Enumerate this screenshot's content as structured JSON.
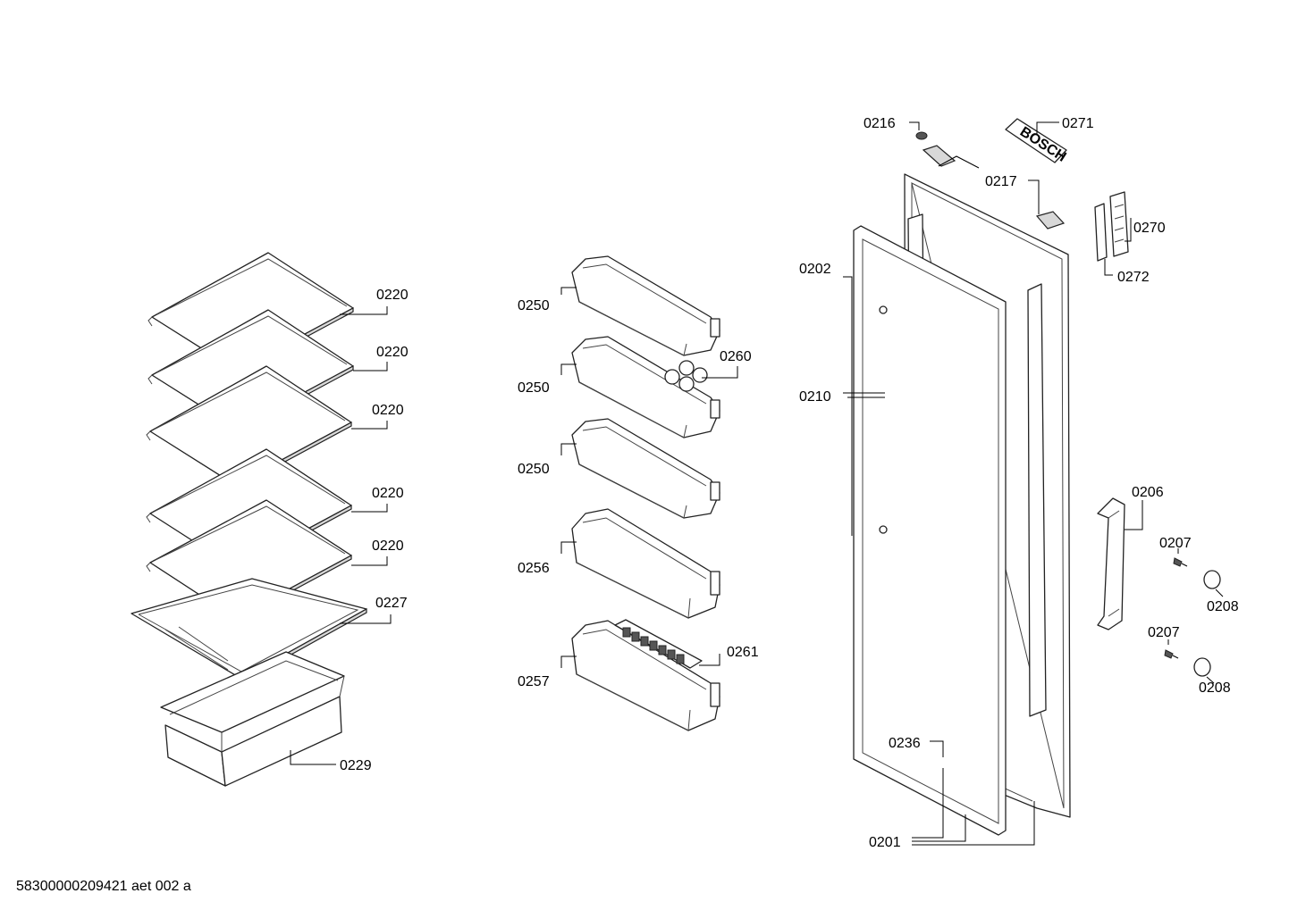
{
  "drawing_id": "58300000209421 aet 002 a",
  "brand_plate": "BOSCH",
  "callouts": [
    {
      "id": "shelf-1",
      "text": "0220"
    },
    {
      "id": "shelf-2",
      "text": "0220"
    },
    {
      "id": "shelf-3",
      "text": "0220"
    },
    {
      "id": "shelf-4",
      "text": "0220"
    },
    {
      "id": "shelf-5",
      "text": "0220"
    },
    {
      "id": "crisper-cover",
      "text": "0227"
    },
    {
      "id": "crisper-drawer",
      "text": "0229"
    },
    {
      "id": "door-tray-1",
      "text": "0250"
    },
    {
      "id": "door-tray-2",
      "text": "0250"
    },
    {
      "id": "door-tray-3",
      "text": "0250"
    },
    {
      "id": "egg-tray",
      "text": "0260"
    },
    {
      "id": "bottle-tray",
      "text": "0256"
    },
    {
      "id": "bottle-tray-rack",
      "text": "0257"
    },
    {
      "id": "bottle-holder",
      "text": "0261"
    },
    {
      "id": "cap",
      "text": "0216"
    },
    {
      "id": "logo-plate",
      "text": "0271"
    },
    {
      "id": "hinge-cover",
      "text": "0217"
    },
    {
      "id": "door-gasket",
      "text": "0202"
    },
    {
      "id": "gasket-fixing",
      "text": "0210"
    },
    {
      "id": "handle-part",
      "text": "0270"
    },
    {
      "id": "handle-cover",
      "text": "0272"
    },
    {
      "id": "handle",
      "text": "0206"
    },
    {
      "id": "screw-1",
      "text": "0207"
    },
    {
      "id": "cap-1",
      "text": "0208"
    },
    {
      "id": "screw-2",
      "text": "0207"
    },
    {
      "id": "cap-2",
      "text": "0208"
    },
    {
      "id": "spacer",
      "text": "0236"
    },
    {
      "id": "door",
      "text": "0201"
    }
  ]
}
